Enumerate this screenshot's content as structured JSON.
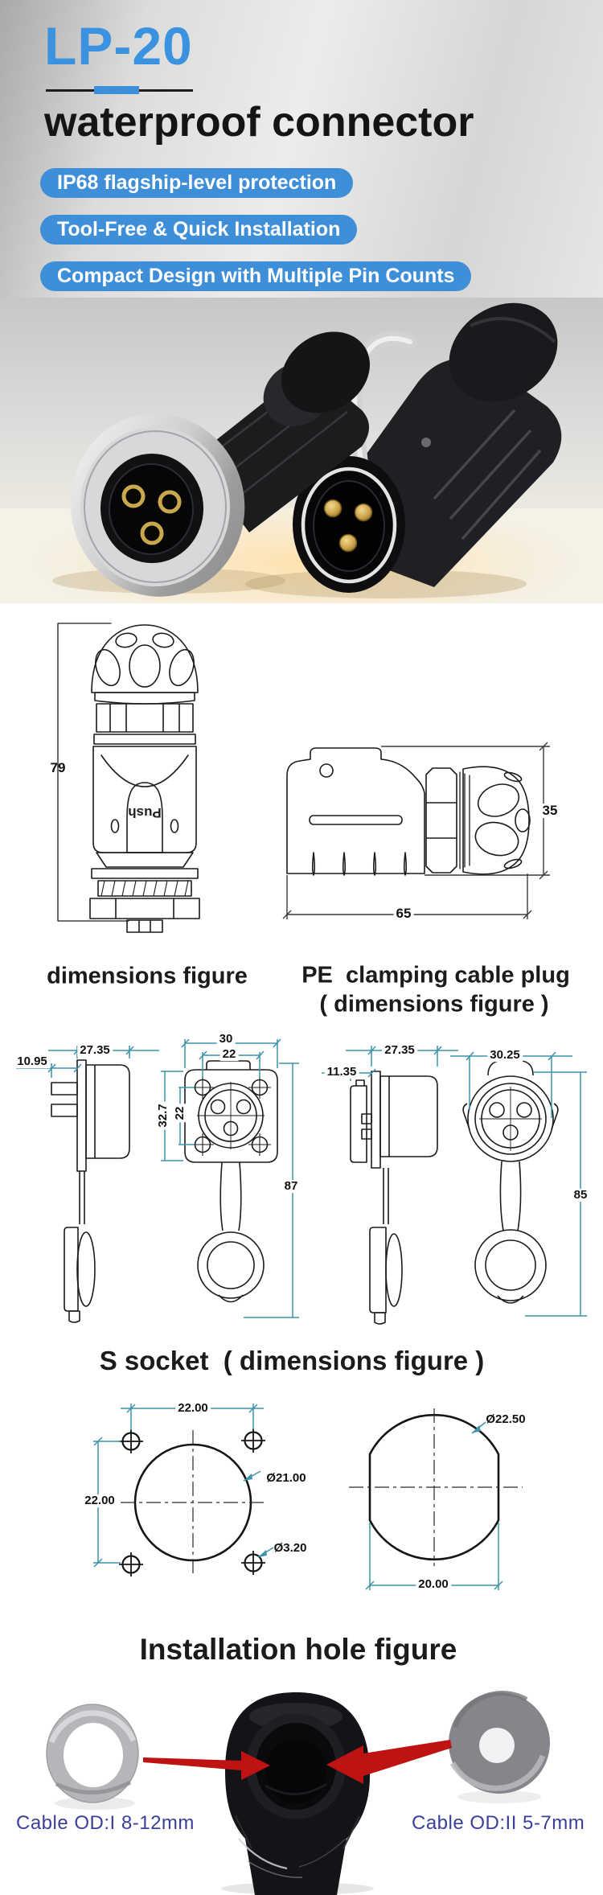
{
  "header": {
    "model": "LP-20",
    "title": "waterproof connector",
    "badges": [
      "IP68 flagship-level protection",
      "Tool-Free & Quick Installation",
      "Compact Design with Multiple Pin Counts"
    ]
  },
  "figures": {
    "plug": {
      "caption": "dimensions figure",
      "height": "79",
      "push_label": "Push"
    },
    "pe_plug": {
      "caption_line1": "PE  clamping cable plug",
      "caption_line2": "( dimensions figure )",
      "height": "35",
      "length": "65"
    },
    "s_socket": {
      "caption": "S socket  ( dimensions figure )",
      "side_a_width": "27.35",
      "side_a_depth": "10.95",
      "front_a_width": "30",
      "front_a_hole_spacing": "22",
      "front_a_height": "32.7",
      "front_a_hole_spacing_v": "22",
      "front_a_total": "87",
      "side_b_width": "27.35",
      "side_b_depth": "11.35",
      "front_b_width": "30.25",
      "front_b_total": "85"
    },
    "installation": {
      "caption": "Installation hole figure",
      "square_h": "22.00",
      "square_v": "22.00",
      "square_hole": "Ø21.00",
      "square_screw": "Ø3.20",
      "round_dia": "Ø22.50",
      "round_flat": "20.00"
    }
  },
  "footer": {
    "left_label": "Cable OD:I 8-12mm",
    "right_label": "Cable OD:II 5-7mm"
  },
  "colors": {
    "accent_blue": "#3f8ed8",
    "model_blue": "#3b92e0",
    "dimension_teal": "#3c93ab",
    "cable_label_blue": "#3a3f9d",
    "arrow_red": "#bf1212"
  }
}
